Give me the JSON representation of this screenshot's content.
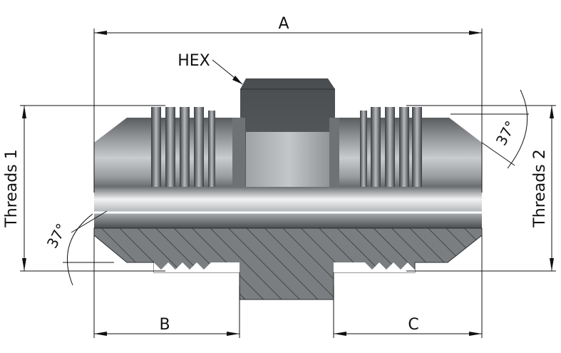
{
  "labels": {
    "dim_a": "A",
    "dim_b": "B",
    "dim_c": "C",
    "hex": "HEX",
    "threads_1": "Threads 1",
    "threads_2": "Threads 2",
    "angle_left": "37°",
    "angle_right": "37°"
  },
  "colors": {
    "background": "#ffffff",
    "line": "#111111",
    "metal_dark": "#3f4245",
    "metal_mid": "#8c8f92",
    "metal_light": "#e4e6e8",
    "section": "#7b7e81",
    "hatch": "#2b2d2f"
  }
}
